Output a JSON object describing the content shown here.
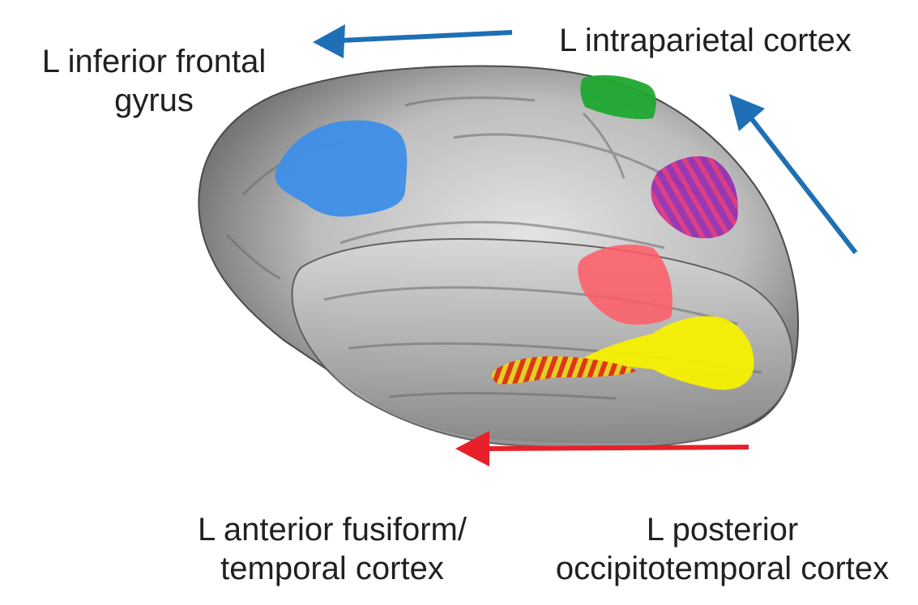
{
  "labels": {
    "inferior_frontal": [
      "L inferior frontal",
      "gyrus"
    ],
    "intraparietal": [
      "L intraparietal cortex"
    ],
    "anterior_fusiform": [
      "L anterior fusiform/",
      "temporal cortex"
    ],
    "posterior_occipitotemporal": [
      "L posterior",
      "occipitotemporal cortex"
    ]
  },
  "colors": {
    "dorsal_arrow": "#1f6fb5",
    "ventral_arrow": "#e8202a",
    "ifg_region": "#3d8ee8",
    "ips_region": "#1fa830",
    "parietal_region": "#a020b0",
    "stg_region": "#ff5a66",
    "occipitotemporal_region": "#f6f000",
    "fusiform_region": "#e24a10",
    "brain_surface": "#c8c8c8",
    "text": "#231f20"
  }
}
